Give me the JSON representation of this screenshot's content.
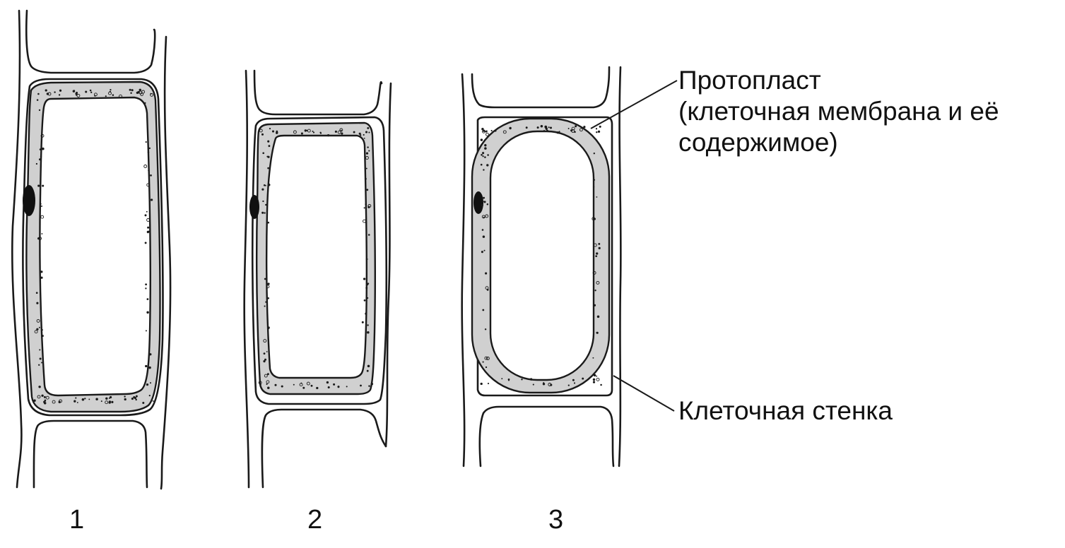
{
  "cells": [
    {
      "number": "1"
    },
    {
      "number": "2"
    },
    {
      "number": "3"
    }
  ],
  "labels": {
    "protoplast": {
      "line1": "Протопласт",
      "line2": "(клеточная мембрана и её",
      "line3": "содержимое)"
    },
    "cell_wall": "Клеточная стенка"
  },
  "colors": {
    "cytoplasm": "#d0d0d0",
    "outline": "#1a1a1a",
    "nucleus": "#111111",
    "background": "#ffffff"
  }
}
